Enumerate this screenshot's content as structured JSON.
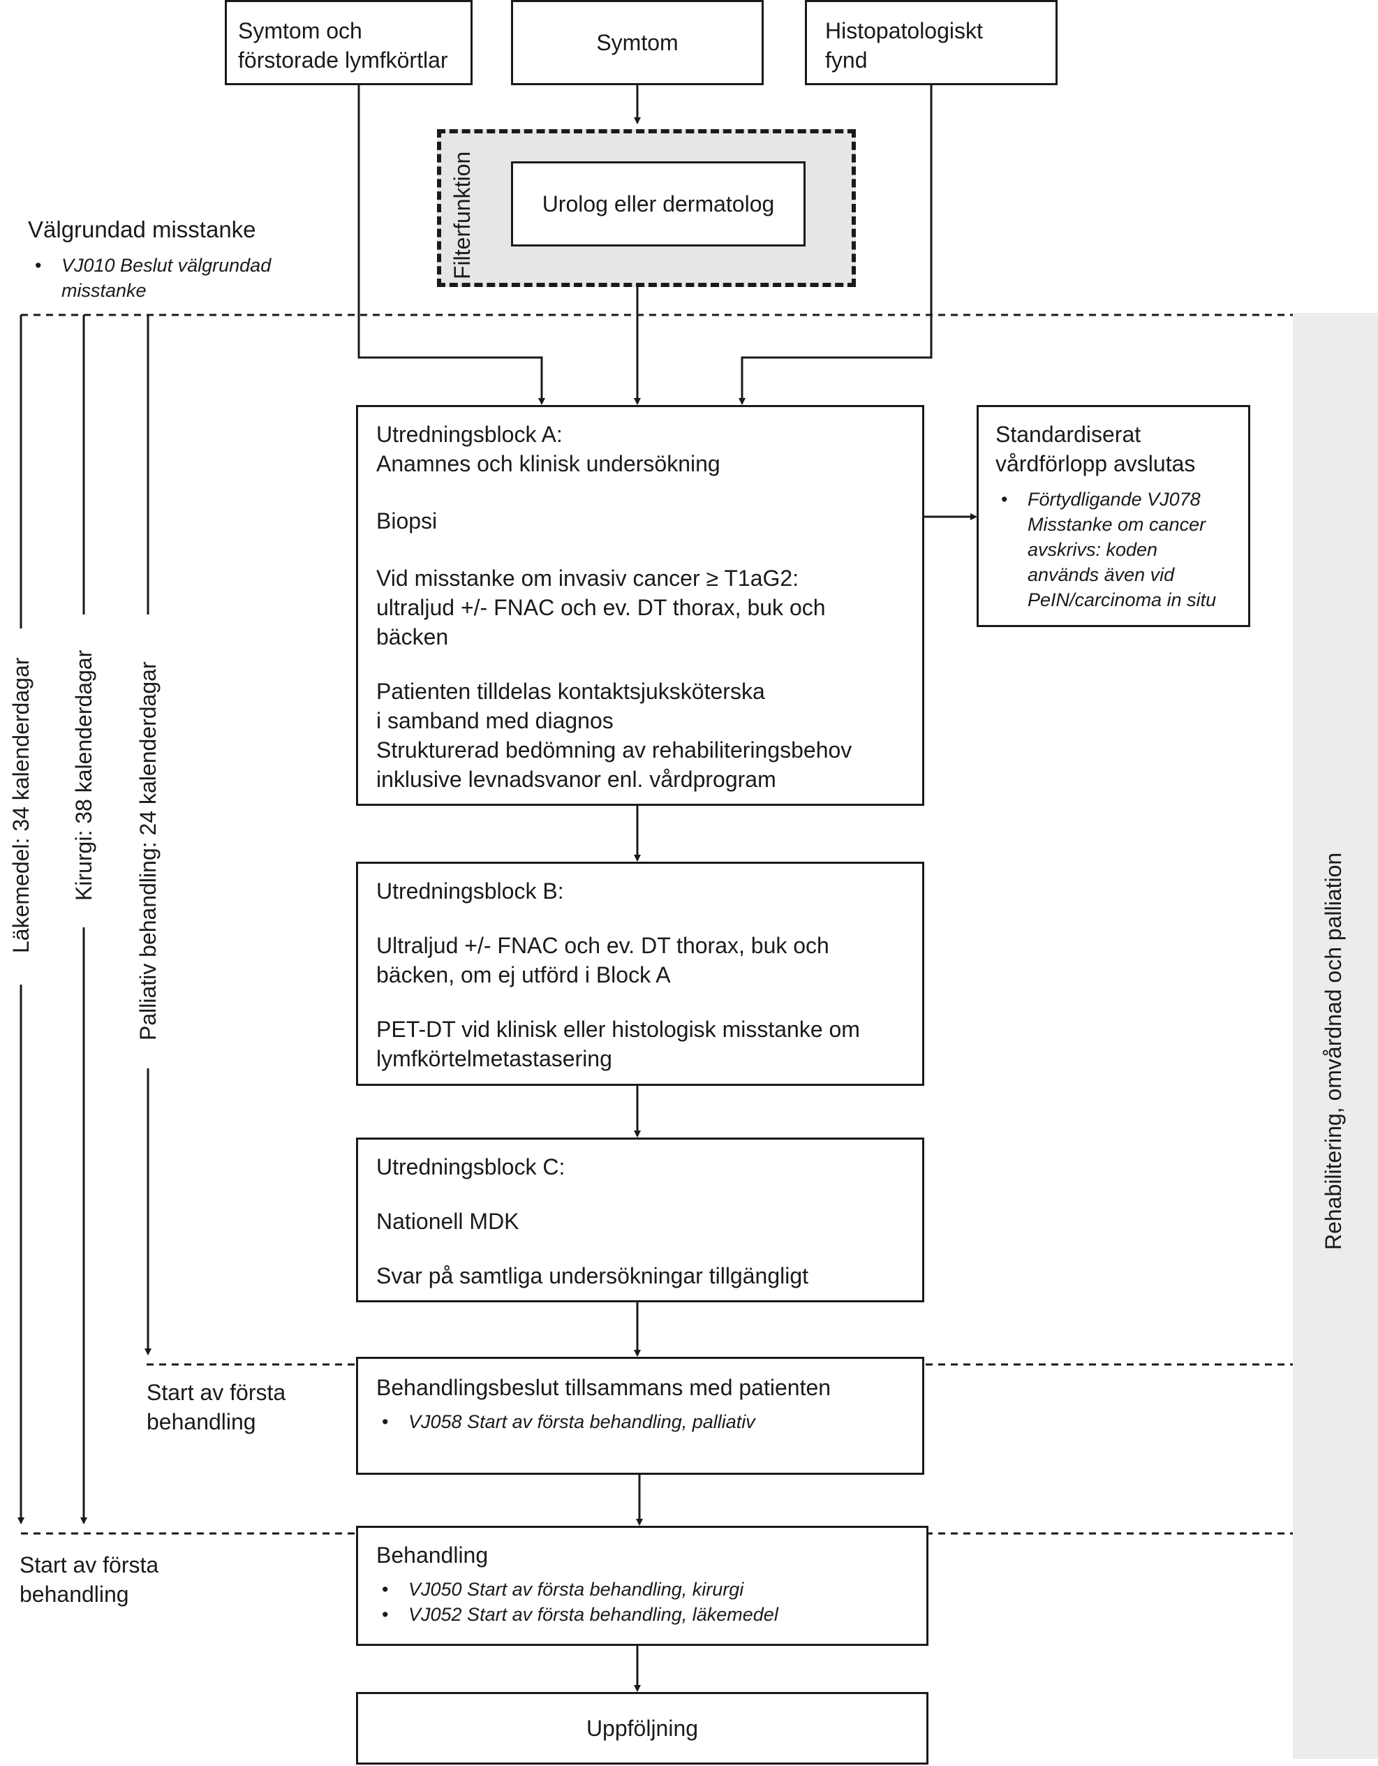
{
  "top_boxes": {
    "left": [
      "Symtom och",
      "förstorade lymfkörtlar"
    ],
    "middle": "Symtom",
    "right": [
      "Histopatologiskt",
      "fynd"
    ]
  },
  "filter": {
    "label": "Filterfunktion",
    "box": "Urolog eller dermatolog"
  },
  "valgrundad": {
    "title": "Välgrundad misstanke",
    "bullets": [
      "VJ010 Beslut välgrundad",
      "misstanke"
    ]
  },
  "block_a": {
    "lines": [
      "Utredningsblock A:",
      "Anamnes och klinisk undersökning",
      "Biopsi",
      "Vid misstanke om invasiv cancer ≥ T1aG2:",
      "ultraljud +/- FNAC och ev. DT thorax, buk och",
      "bäcken",
      "Patienten tilldelas kontaktsjuksköterska",
      "i samband med diagnos",
      "Strukturerad bedömning av rehabiliteringsbehov",
      "inklusive levnadsvanor enl. vårdprogram"
    ]
  },
  "standard": {
    "title": [
      "Standardiserat",
      "vårdförlopp avslutas"
    ],
    "bullet_lines": [
      "Förtydligande VJ078",
      "Misstanke om cancer",
      "avskrivs: koden",
      "används även vid",
      "PeIN/carcinoma in situ"
    ]
  },
  "block_b": {
    "lines": [
      "Utredningsblock B:",
      "Ultraljud +/- FNAC och ev. DT thorax, buk och",
      "bäcken, om ej utförd i Block A",
      "PET-DT vid klinisk eller histologisk misstanke om",
      "lymfkörtelmetastasering"
    ]
  },
  "block_c": {
    "lines": [
      "Utredningsblock C:",
      "Nationell MDK",
      "Svar på samtliga undersökningar tillgängligt"
    ]
  },
  "beslut": {
    "title": "Behandlingsbeslut tillsammans med patienten",
    "bullet": "VJ058 Start av första behandling, palliativ"
  },
  "behandling": {
    "title": "Behandling",
    "bullets": [
      "VJ050 Start av första behandling, kirurgi",
      "VJ052 Start av första behandling, läkemedel"
    ]
  },
  "uppfoljning": "Uppföljning",
  "timelines": {
    "lakemedel": "Läkemedel: 34 kalenderdagar",
    "kirurgi": "Kirurgi: 38 kalenderdagar",
    "palliativ": "Palliativ behandling: 24 kalenderdagar"
  },
  "start_palliativ": [
    "Start av första",
    "behandling"
  ],
  "start_main": [
    "Start av första",
    "behandling"
  ],
  "side_band": "Rehabilitering, omvårdnad och palliation",
  "colors": {
    "line": "#1a1a1a",
    "filter_bg": "#e6e6e6",
    "band_bg": "#ececec"
  }
}
